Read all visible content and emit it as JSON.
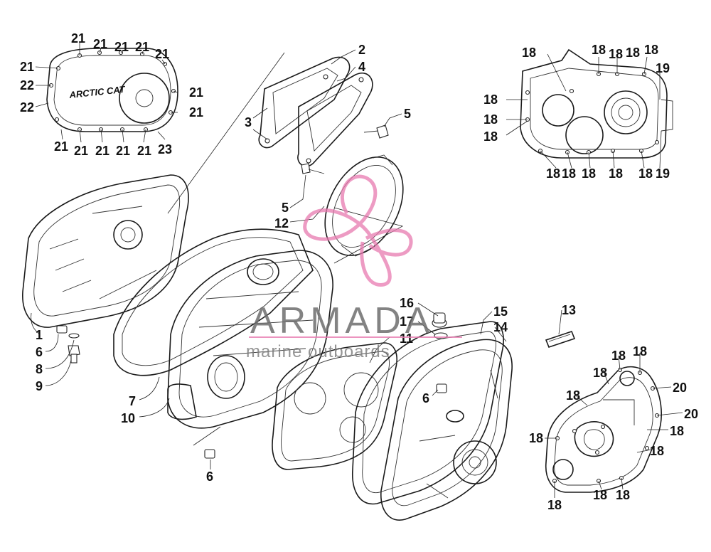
{
  "diagram": {
    "brand_logo_text": "ARCTIC CAT",
    "callouts": [
      {
        "id": "c21a",
        "label": "21"
      },
      {
        "id": "c21b",
        "label": "21"
      },
      {
        "id": "c21c",
        "label": "21"
      },
      {
        "id": "c21d",
        "label": "21"
      },
      {
        "id": "c21e",
        "label": "21"
      },
      {
        "id": "c21f",
        "label": "21"
      },
      {
        "id": "c22a",
        "label": "22"
      },
      {
        "id": "c22b",
        "label": "22"
      },
      {
        "id": "c21g",
        "label": "21"
      },
      {
        "id": "c21h",
        "label": "21"
      },
      {
        "id": "c21i",
        "label": "21"
      },
      {
        "id": "c21j",
        "label": "21"
      },
      {
        "id": "c21k",
        "label": "21"
      },
      {
        "id": "c21l",
        "label": "21"
      },
      {
        "id": "c21m",
        "label": "21"
      },
      {
        "id": "c23",
        "label": "23"
      },
      {
        "id": "c2",
        "label": "2"
      },
      {
        "id": "c4",
        "label": "4"
      },
      {
        "id": "c3",
        "label": "3"
      },
      {
        "id": "c5a",
        "label": "5"
      },
      {
        "id": "c5b",
        "label": "5"
      },
      {
        "id": "c12",
        "label": "12"
      },
      {
        "id": "c1",
        "label": "1"
      },
      {
        "id": "c6a",
        "label": "6"
      },
      {
        "id": "c8",
        "label": "8"
      },
      {
        "id": "c9",
        "label": "9"
      },
      {
        "id": "c7",
        "label": "7"
      },
      {
        "id": "c10",
        "label": "10"
      },
      {
        "id": "c6b",
        "label": "6"
      },
      {
        "id": "c16",
        "label": "16"
      },
      {
        "id": "c17",
        "label": "17"
      },
      {
        "id": "c11",
        "label": "11"
      },
      {
        "id": "c15",
        "label": "15"
      },
      {
        "id": "c14",
        "label": "14"
      },
      {
        "id": "c6c",
        "label": "6"
      },
      {
        "id": "c13",
        "label": "13"
      },
      {
        "id": "r18a",
        "label": "18"
      },
      {
        "id": "r18b",
        "label": "18"
      },
      {
        "id": "r18c",
        "label": "18"
      },
      {
        "id": "r18d",
        "label": "18"
      },
      {
        "id": "r18e",
        "label": "18"
      },
      {
        "id": "r18f",
        "label": "18"
      },
      {
        "id": "r18g",
        "label": "18"
      },
      {
        "id": "r19a",
        "label": "19"
      },
      {
        "id": "r18h",
        "label": "18"
      },
      {
        "id": "r18i",
        "label": "18"
      },
      {
        "id": "r18j",
        "label": "18"
      },
      {
        "id": "r18k",
        "label": "18"
      },
      {
        "id": "r18l",
        "label": "18"
      },
      {
        "id": "r18m",
        "label": "18"
      },
      {
        "id": "r19b",
        "label": "19"
      },
      {
        "id": "s18a",
        "label": "18"
      },
      {
        "id": "s18b",
        "label": "18"
      },
      {
        "id": "s18c",
        "label": "18"
      },
      {
        "id": "s18d",
        "label": "18"
      },
      {
        "id": "s20a",
        "label": "20"
      },
      {
        "id": "s20b",
        "label": "20"
      },
      {
        "id": "s18e",
        "label": "18"
      },
      {
        "id": "s18f",
        "label": "18"
      },
      {
        "id": "s18g",
        "label": "18"
      },
      {
        "id": "s18h",
        "label": "18"
      },
      {
        "id": "s18i",
        "label": "18"
      },
      {
        "id": "s18j",
        "label": "18"
      }
    ]
  },
  "watermark": {
    "title": "ARMADA",
    "subtitle": "marine outboards",
    "accent_color": "#e87ab0",
    "text_color": "#6e6e6e"
  }
}
